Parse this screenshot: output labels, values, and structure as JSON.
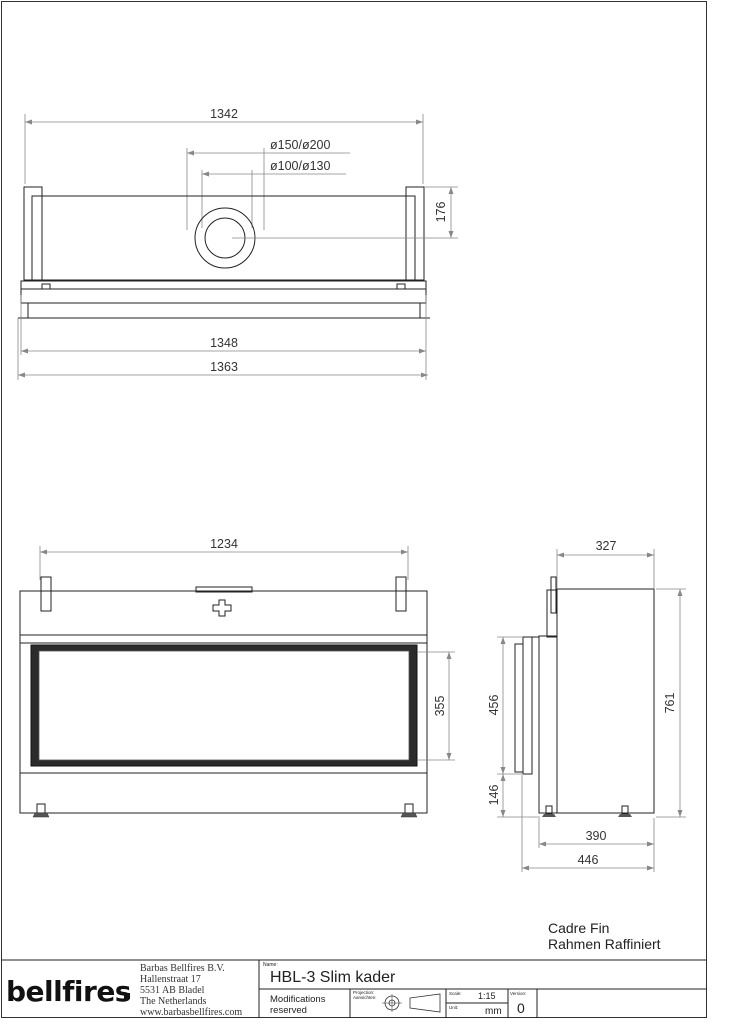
{
  "drawing": {
    "top_view": {
      "width_top": "1342",
      "flue_outer": "ø150/ø200",
      "flue_inner": "ø100/ø130",
      "flue_offset": "176",
      "width_middle": "1348",
      "width_bottom": "1363"
    },
    "front_view": {
      "inner_width": "1234",
      "glass_height": "355"
    },
    "side_view": {
      "depth_top": "327",
      "total_height": "761",
      "frame_height": "456",
      "base_height": "146",
      "depth_base": "390",
      "depth_total": "446"
    },
    "caption_line1": "Cadre Fin",
    "caption_line2": "Rahmen Raffiniert"
  },
  "title_block": {
    "logo_text": "bellfires",
    "company_lines": [
      "Barbas Bellfires B.V.",
      "Hallenstraat 17",
      "5531 AB Bladel",
      "The Netherlands",
      "www.barbasbellfires.com"
    ],
    "name_label": "Name:",
    "name_value": "HBL-3 Slim kader",
    "modifications_line1": "Modifications",
    "modifications_line2": "reserved",
    "projection_label1": "Projection:",
    "projection_label2": "Aansichten:",
    "scale_label": "Scale:",
    "scale_value": "1:15",
    "unit_label": "Unit:",
    "unit_value": "mm",
    "version_label": "Version:",
    "version_value": "0"
  }
}
